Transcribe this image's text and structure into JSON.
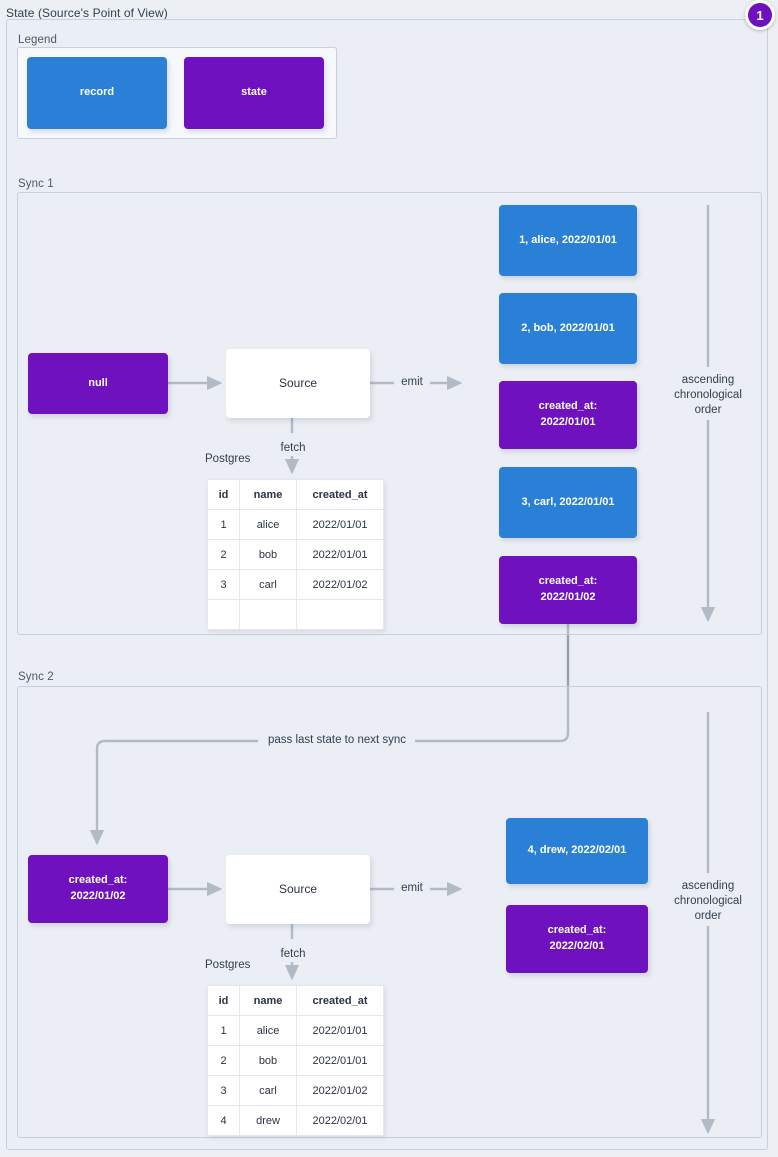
{
  "page": {
    "title": "State (Source's Point of View)",
    "badge": "1",
    "colors": {
      "record": "#2a80d6",
      "state": "#6f11be",
      "background": "#eceff4",
      "edge": "#667788"
    }
  },
  "legend": {
    "label": "Legend",
    "items": [
      {
        "label": "record",
        "kind": "record"
      },
      {
        "label": "state",
        "kind": "state"
      }
    ]
  },
  "sync1": {
    "label": "Sync 1",
    "input_state": "null",
    "source": "Source",
    "fetch_label": "fetch",
    "db_label": "Postgres",
    "emit_label": "emit",
    "order_label": "ascending\nchronological\norder",
    "table": {
      "columns": [
        "id",
        "name",
        "created_at"
      ],
      "rows": [
        [
          "1",
          "alice",
          "2022/01/01"
        ],
        [
          "2",
          "bob",
          "2022/01/01"
        ],
        [
          "3",
          "carl",
          "2022/01/02"
        ],
        [
          "",
          "",
          ""
        ]
      ]
    },
    "emitted": [
      {
        "kind": "record",
        "text": "1, alice, 2022/01/01"
      },
      {
        "kind": "record",
        "text": "2, bob, 2022/01/01"
      },
      {
        "kind": "state",
        "text": "created_at:\n2022/01/01"
      },
      {
        "kind": "record",
        "text": "3, carl, 2022/01/01"
      },
      {
        "kind": "state",
        "text": "created_at:\n2022/01/02"
      }
    ]
  },
  "sync2": {
    "label": "Sync 2",
    "pass_state_label": "pass last state to next sync",
    "input_state": "created_at:\n2022/01/02",
    "source": "Source",
    "fetch_label": "fetch",
    "db_label": "Postgres",
    "emit_label": "emit",
    "order_label": "ascending\nchronological\norder",
    "table": {
      "columns": [
        "id",
        "name",
        "created_at"
      ],
      "rows": [
        [
          "1",
          "alice",
          "2022/01/01"
        ],
        [
          "2",
          "bob",
          "2022/01/01"
        ],
        [
          "3",
          "carl",
          "2022/01/02"
        ],
        [
          "4",
          "drew",
          "2022/02/01"
        ]
      ]
    },
    "emitted": [
      {
        "kind": "record",
        "text": "4, drew, 2022/02/01"
      },
      {
        "kind": "state",
        "text": "created_at:\n2022/02/01"
      }
    ]
  }
}
